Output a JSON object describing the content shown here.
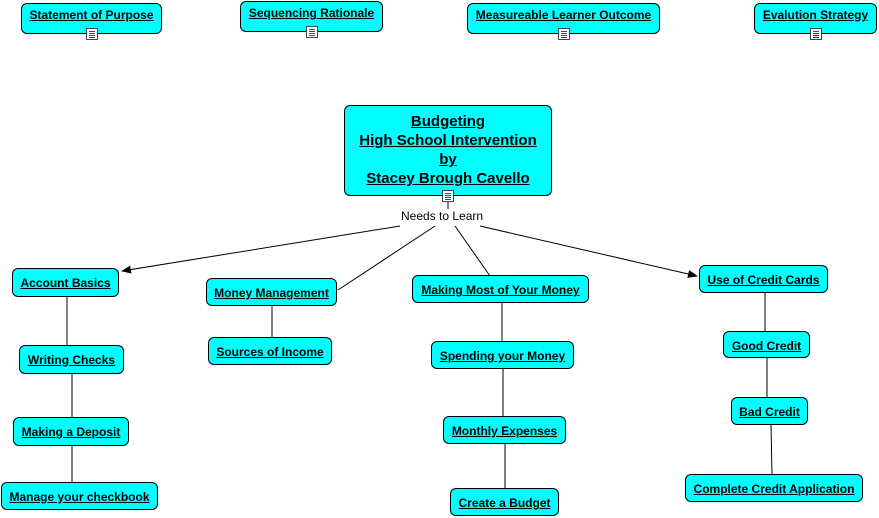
{
  "top_nodes": [
    {
      "label": "Statement of Purpose"
    },
    {
      "label": "Sequencing Rationale"
    },
    {
      "label": "Measureable Learner Outcome"
    },
    {
      "label": "Evalution Strategy"
    }
  ],
  "central": {
    "lines": [
      "Budgeting",
      "High School Intervention",
      "by",
      "Stacey Brough Cavello"
    ]
  },
  "link_label": "Needs to Learn",
  "branches": [
    {
      "head": "Account Basics",
      "children": [
        "Writing Checks",
        "Making a Deposit",
        "Manage your checkbook"
      ]
    },
    {
      "head": "Money Management",
      "children": [
        "Sources of Income"
      ]
    },
    {
      "head": "Making Most of Your Money",
      "children": [
        "Spending your Money",
        "Monthly Expenses",
        "Create a Budget"
      ]
    },
    {
      "head": "Use of Credit Cards",
      "children": [
        "Good Credit",
        "Bad Credit",
        "Complete Credit Application"
      ]
    }
  ]
}
